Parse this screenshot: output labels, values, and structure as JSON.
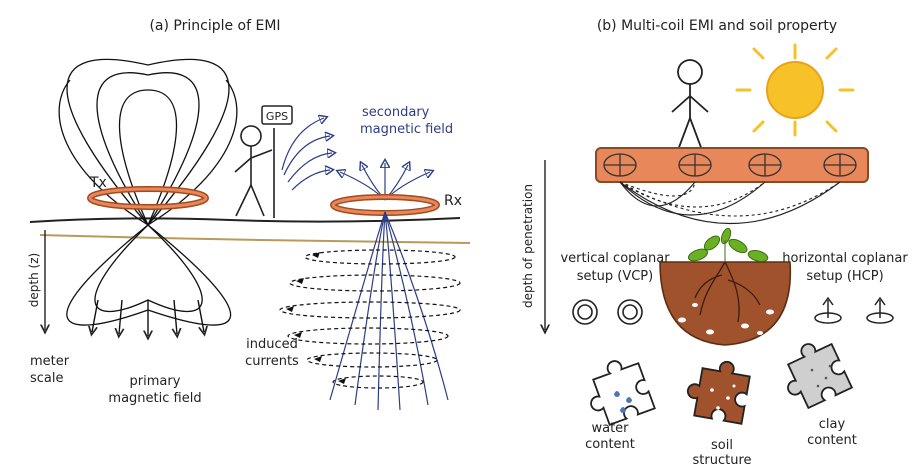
{
  "panel_a": {
    "title": "(a) Principle of EMI",
    "tx_label": "Tx",
    "rx_label": "Rx",
    "gps_label": "GPS",
    "secondary_field": [
      "secondary",
      "magnetic field"
    ],
    "depth_label": "depth (z)",
    "meter_scale": [
      "meter",
      "scale"
    ],
    "primary_field": [
      "primary",
      "magnetic field"
    ],
    "induced_currents": [
      "induced",
      "currents"
    ]
  },
  "panel_b": {
    "title": "(b) Multi-coil EMI and soil property",
    "depth_of_penetration": "depth of penetration",
    "vcp_label": [
      "vertical coplanar",
      "setup (VCP)"
    ],
    "hcp_label": [
      "horizontal coplanar",
      "setup (HCP)"
    ],
    "water_content": [
      "water",
      "content"
    ],
    "soil_structure": [
      "soil",
      "structure"
    ],
    "clay_content": [
      "clay",
      "content"
    ]
  },
  "colors": {
    "copper": "#e8875a",
    "copper_dark": "#a24a20",
    "field_blue": "#2c3e86",
    "soil_line": "#b89a5a",
    "sun": "#f6c227",
    "soil_brown": "#a0522d",
    "leaf_green": "#6ab023",
    "rock_gray": "#cfcfcf"
  }
}
